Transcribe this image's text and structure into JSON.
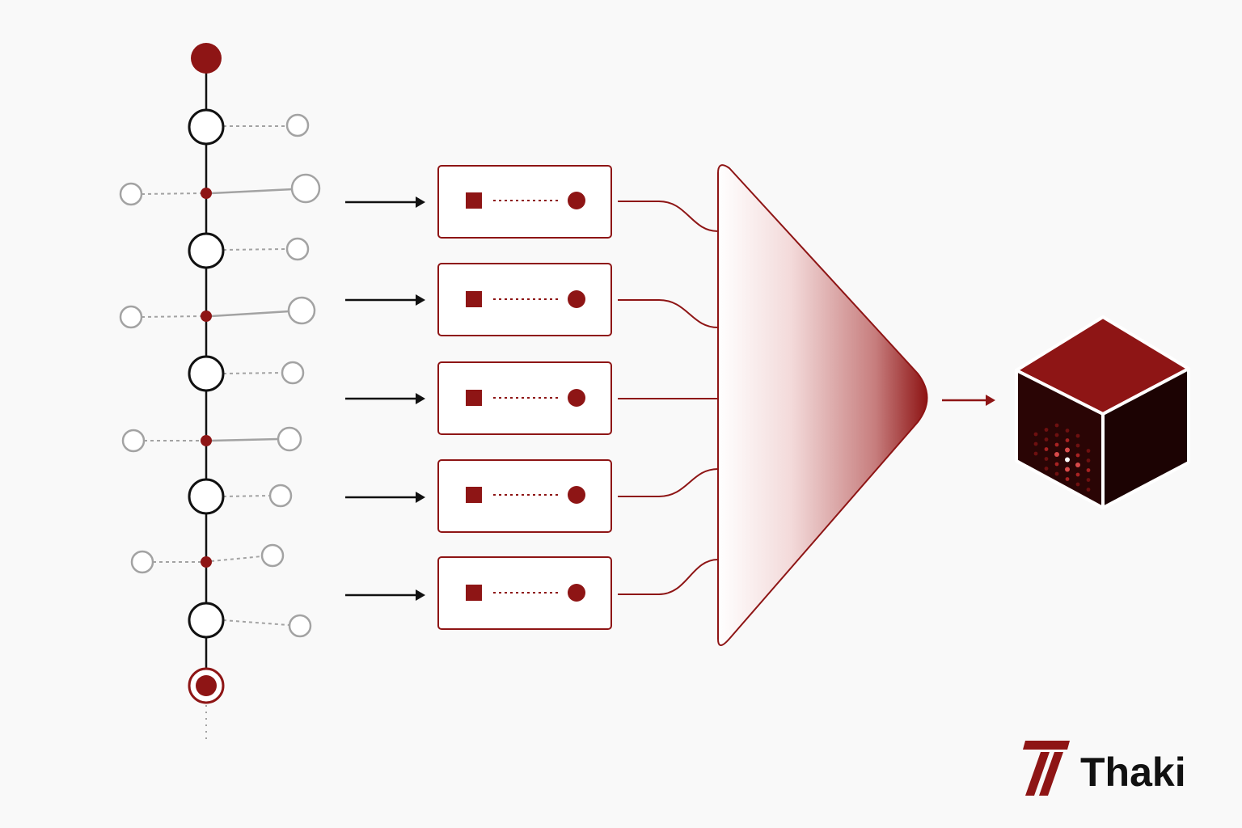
{
  "colors": {
    "accent": "#8e1515",
    "dark": "#111111",
    "muted": "#a3a3a3",
    "background": "#f9f9f9",
    "cube_dark": "#2a0505"
  },
  "timeline": {
    "steps": [
      {
        "kind": "start"
      },
      {
        "kind": "main"
      },
      {
        "kind": "branch"
      },
      {
        "kind": "main"
      },
      {
        "kind": "branch"
      },
      {
        "kind": "main"
      },
      {
        "kind": "branch"
      },
      {
        "kind": "main"
      },
      {
        "kind": "branch"
      },
      {
        "kind": "main"
      },
      {
        "kind": "end"
      }
    ]
  },
  "modules": {
    "count": 5,
    "module_icons": [
      "square-icon",
      "dotted-link",
      "dot-icon"
    ]
  },
  "aggregator": {
    "icon": "funnel-icon"
  },
  "output": {
    "icon": "cube-icon"
  },
  "brand": {
    "name": "Thaki",
    "logo_icon": "thaki-logo-icon"
  }
}
